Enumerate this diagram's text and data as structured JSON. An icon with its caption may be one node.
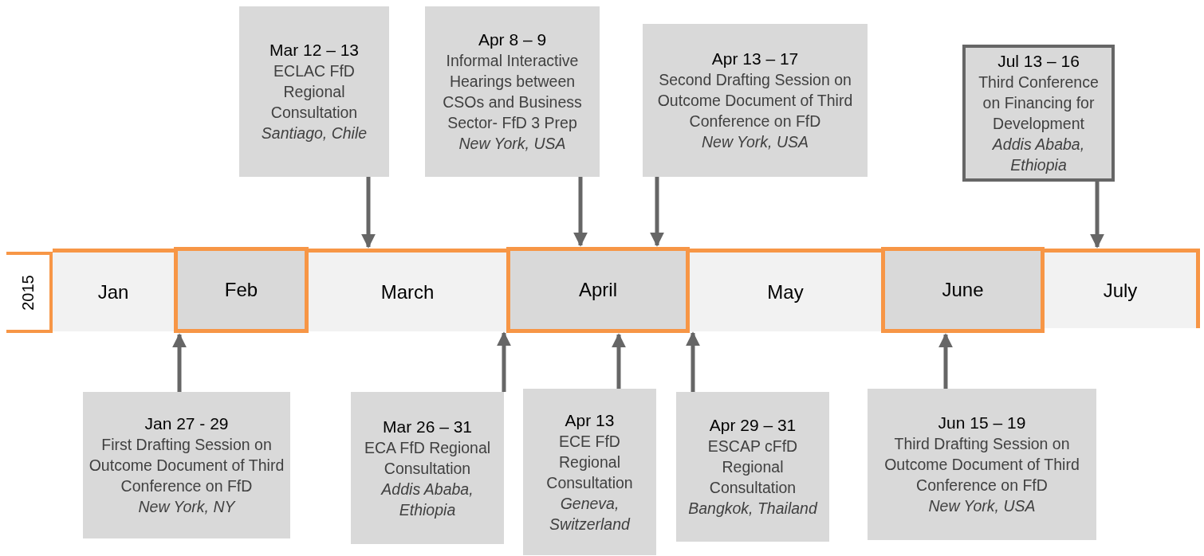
{
  "diagram": {
    "nodes": [
      {
        "text": [
          "Mar 12 – 13",
          "ECLAC FfD Regional Consultation",
          "Santiago, Chile"
        ]
      },
      {
        "text": [
          "Apr 8 – 9",
          "Informal Interactive Hearings between CSOs and Business Sector- FfD 3 Prep",
          "New York, USA"
        ]
      },
      {
        "text": [
          "Apr 13 – 17",
          "Second Drafting Session on Outcome Document of Third Conference on FfD",
          "New York, USA"
        ]
      },
      {
        "text": [
          "Jul 13 – 16",
          "Third Conference on Financing for Development",
          "Addis Ababa, Ethiopia"
        ]
      },
      {
        "text": [
          "2015"
        ]
      },
      {
        "text": [
          "Jan"
        ]
      },
      {
        "text": [
          "Feb"
        ]
      },
      {
        "text": [
          "March"
        ]
      },
      {
        "text": [
          "April"
        ]
      },
      {
        "text": [
          "May"
        ]
      },
      {
        "text": [
          "June"
        ]
      },
      {
        "text": [
          "July"
        ]
      },
      {
        "text": [
          "Jan 27 - 29",
          "First Drafting Session on Outcome Document of Third Conference on FfD",
          "New York, NY"
        ]
      },
      {
        "text": [
          "Mar 26 – 31",
          "ECA FfD Regional Consultation",
          "Addis Ababa, Ethiopia"
        ]
      },
      {
        "text": [
          "Apr 13",
          "ECE FfD Regional Consultation",
          "Geneva, Switzerland"
        ]
      },
      {
        "text": [
          "Apr 29 – 31",
          "ESCAP cFfD Regional Consultation",
          "Bangkok, Thailand"
        ]
      },
      {
        "text": [
          "Jun 15 – 19",
          "Third Drafting Session on Outcome Document of Third Conference on FfD",
          "New York, USA"
        ]
      }
    ],
    "edges": [
      {
        "from": 0,
        "to": 7,
        "arrow": "to"
      },
      {
        "from": 1,
        "to": 8,
        "arrow": "to"
      },
      {
        "from": 2,
        "to": 8,
        "arrow": "to"
      },
      {
        "from": 3,
        "to": 11,
        "arrow": "to"
      },
      {
        "from": 12,
        "to": 6,
        "arrow": "to"
      },
      {
        "from": 13,
        "to": 7,
        "arrow": "to"
      },
      {
        "from": 14,
        "to": 8,
        "arrow": "to"
      },
      {
        "from": 15,
        "to": 9,
        "arrow": "to"
      },
      {
        "from": 16,
        "to": 10,
        "arrow": "to"
      }
    ]
  }
}
